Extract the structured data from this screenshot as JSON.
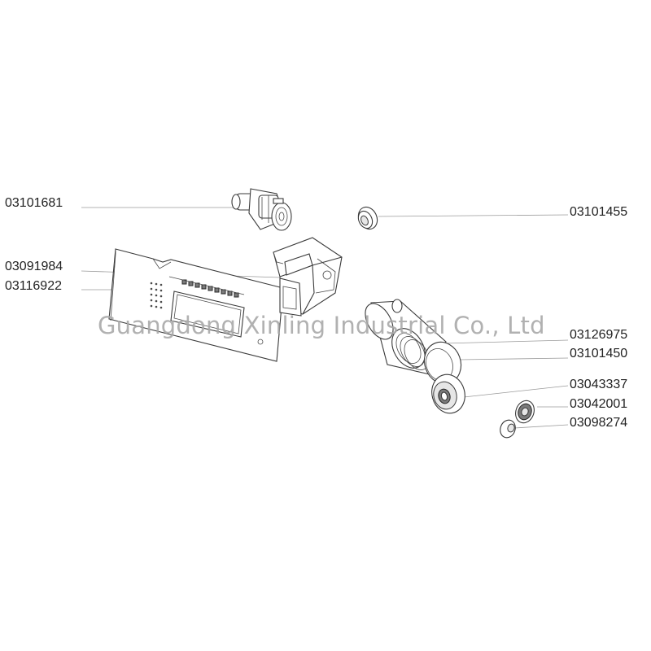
{
  "watermark": "Guangdong Xinling Industrial Co., Ltd",
  "labels": {
    "p03101681": "03101681",
    "p03101455": "03101455",
    "p03091984": "03091984",
    "p03116922": "03116922",
    "p03126975": "03126975",
    "p03101450": "03101450",
    "p03043337": "03043337",
    "p03042001": "03042001",
    "p03098274": "03098274"
  },
  "colors": {
    "label_text": "#222222",
    "watermark": "#a9a9a9",
    "leader_line": "#9a9a9a",
    "drawing_line": "#3a3a3a"
  }
}
